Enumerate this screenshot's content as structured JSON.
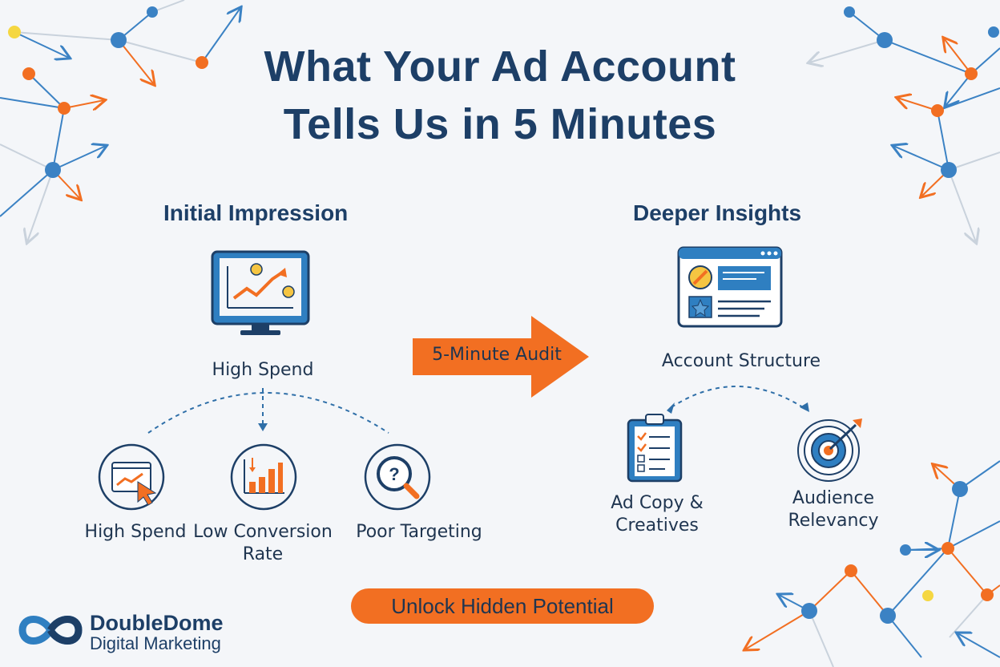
{
  "title": {
    "line1": "What Your Ad Account",
    "line2": "Tells Us in 5 Minutes"
  },
  "left": {
    "heading": "Initial Impression",
    "center_label": "High Spend",
    "items": [
      {
        "label_line1": "High Spend",
        "label_line2": "",
        "icon": "browser-chart-cursor-icon"
      },
      {
        "label_line1": "Low Conversion",
        "label_line2": "Rate",
        "icon": "bar-chart-down-icon"
      },
      {
        "label_line1": "Poor Targeting",
        "label_line2": "",
        "icon": "magnifier-question-icon"
      }
    ]
  },
  "arrow": {
    "label": "5-Minute Audit",
    "color": "#f26f22"
  },
  "right": {
    "heading": "Deeper Insights",
    "center_label": "Account Structure",
    "items": [
      {
        "label_line1": "Ad Copy &",
        "label_line2": "Creatives",
        "icon": "clipboard-checklist-icon"
      },
      {
        "label_line1": "Audience",
        "label_line2": "Relevancy",
        "icon": "target-arrow-icon"
      }
    ]
  },
  "cta": {
    "label": "Unlock Hidden Potential"
  },
  "brand": {
    "name": "DoubleDome",
    "tagline": "Digital Marketing",
    "primary": "#1d3f67",
    "accent": "#f26f22",
    "blue": "#2f7fc1"
  }
}
